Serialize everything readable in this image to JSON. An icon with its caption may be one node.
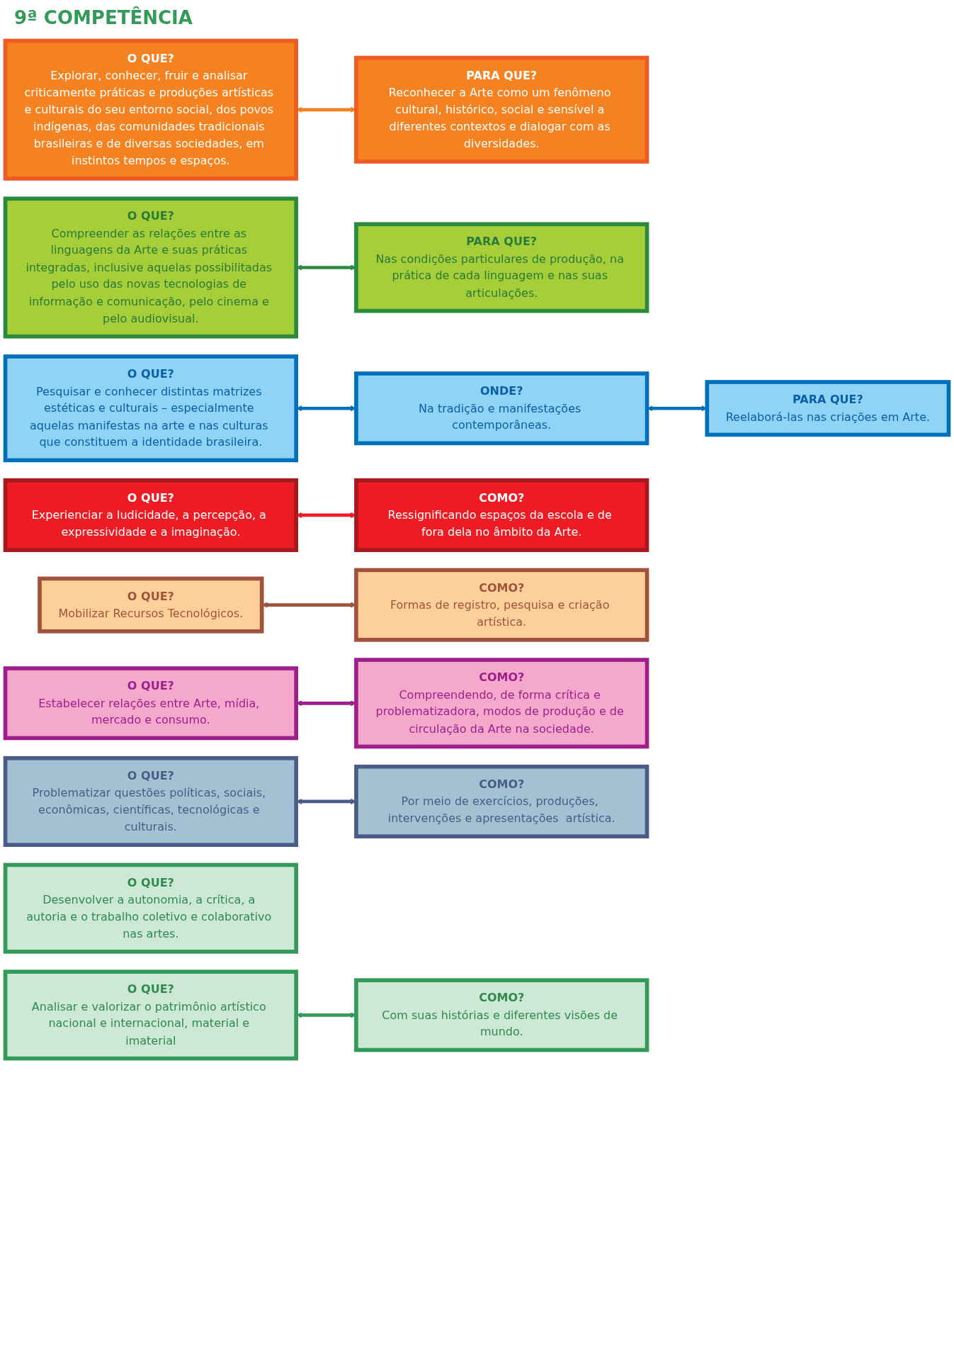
{
  "diagram": {
    "nodes": [
      {
        "text": [
          "O QUE?",
          "Explorar, conhecer, fruir e analisar criticamente práticas e produções artísticas e culturais do seu entorno social, dos povos indígenas, das comunidades tradicionais brasileiras e de diversas sociedades, em instintos tempos e espaços."
        ]
      },
      {
        "text": [
          "PARA QUE?",
          "Reconhecer a Arte como um fenômeno cultural, histórico, social e sensível a diferentes contextos e dialogar com as diversidades."
        ]
      },
      {
        "text": [
          "PARA QUE?",
          "Nas condições particulares de produção, na prática de cada linguagem e nas suas articulações."
        ]
      },
      {
        "text": [
          "O QUE?",
          "Compreender as relações entre as linguagens da Arte e suas práticas integradas, inclusive aquelas possibilitadas pelo uso das novas tecnologias de informação e comunicação, pelo cinema e pelo audiovisual."
        ]
      },
      {
        "text": [
          "ONDE?",
          "Na tradição e manifestações contemporâneas."
        ]
      },
      {
        "text": [
          "O QUE?",
          "Pesquisar e conhecer distintas matrizes estéticas e culturais – especialmente aquelas manifestas na arte e nas culturas que constituem a identidade brasileira."
        ]
      },
      {
        "text": [
          "PARA QUE?",
          "Reelaborá-las nas criações em Arte."
        ]
      },
      {
        "text": [
          "COMO?",
          "Ressignificando espaços da escola e de fora dela no âmbito da Arte."
        ]
      },
      {
        "text": [
          "O QUE?",
          "Experienciar a ludicidade, a percepção, a expressividade e a imaginação."
        ]
      },
      {
        "text": [
          "COMO?",
          "Formas de registro, pesquisa e criação artística."
        ]
      },
      {
        "text": [
          "O QUE?",
          "Mobilizar Recursos Tecnológicos."
        ]
      },
      {
        "text": [
          "COMO?",
          "Compreendendo, de forma crítica e problematizadora, modos de produção e de circulação da Arte na sociedade."
        ]
      },
      {
        "text": [
          "O QUE?",
          "Estabelecer relações entre Arte, mídia, mercado e consumo."
        ]
      },
      {
        "text": [
          "O QUE?",
          "Problematizar questões políticas, sociais, econômicas, científicas, tecnológicas e culturais."
        ]
      },
      {
        "text": [
          "COMO?",
          "Por meio de exercícios, produções, intervenções e apresentações  artística."
        ]
      },
      {
        "text": [
          "O QUE?",
          "Desenvolver a autonomia, a crítica, a autoria e o trabalho coletivo e colaborativo nas artes."
        ]
      },
      {
        "text": [
          "O QUE?",
          "Analisar e valorizar o patrimônio artístico nacional e internacional, material e imaterial"
        ]
      },
      {
        "text": [
          "COMO?",
          "Com suas histórias e diferentes visões de mundo."
        ]
      }
    ],
    "edges": [
      {
        "from": 0,
        "to": 1,
        "arrow": "both",
        "color": "#f58220"
      },
      {
        "from": 3,
        "to": 2,
        "arrow": "both",
        "color": "#2a8a3e"
      },
      {
        "from": 5,
        "to": 4,
        "arrow": "both",
        "color": "#0070ba"
      },
      {
        "from": 4,
        "to": 6,
        "arrow": "both",
        "color": "#0070ba"
      },
      {
        "from": 8,
        "to": 7,
        "arrow": "both",
        "color": "#ed1c24"
      },
      {
        "from": 10,
        "to": 9,
        "arrow": "both",
        "color": "#a0523d"
      },
      {
        "from": 12,
        "to": 11,
        "arrow": "both",
        "color": "#9e1f8c"
      },
      {
        "from": 13,
        "to": 14,
        "arrow": "both",
        "color": "#4a5b87"
      },
      {
        "from": 16,
        "to": 17,
        "arrow": "both",
        "color": "#339a5a"
      }
    ],
    "labels": [
      "9ª COMPETÊNCIA"
    ]
  }
}
